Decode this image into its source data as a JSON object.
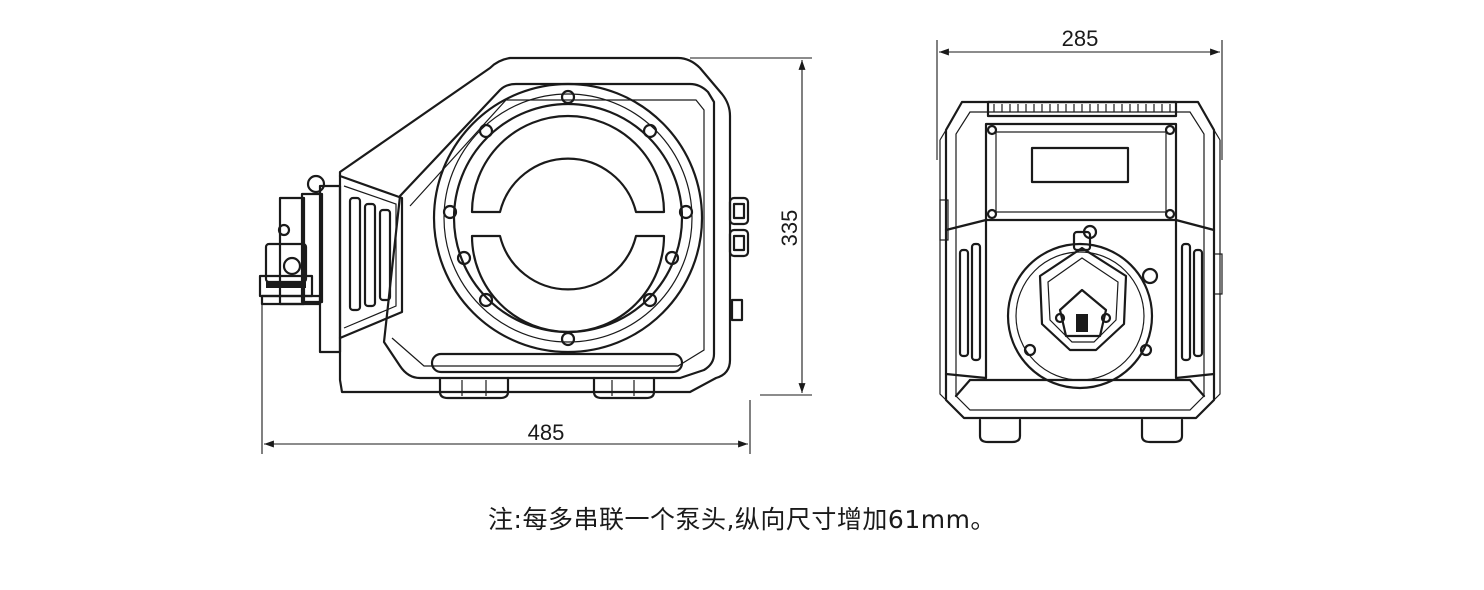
{
  "dimensions": {
    "length": "485",
    "height": "335",
    "width": "285"
  },
  "note": "注:每多串联一个泵头,纵向尺寸增加61mm。"
}
